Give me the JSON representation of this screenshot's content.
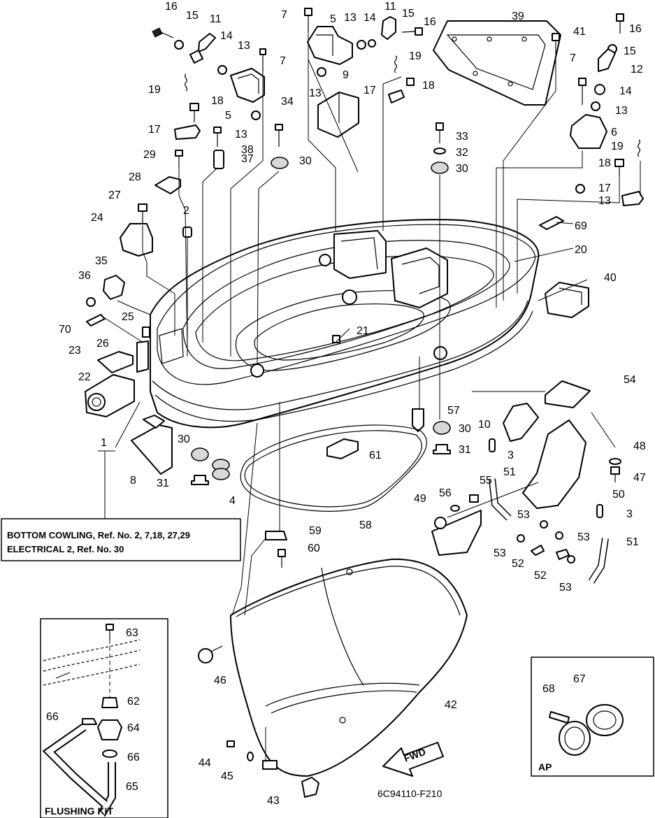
{
  "note_box": {
    "line1": "BOTTOM COWLING, Ref. No. 2, 7,18, 27,29",
    "line2": "ELECTRICAL 2, Ref. No. 30"
  },
  "flushing_kit": {
    "label": "FLUSHING KIT"
  },
  "ap_box": {
    "label": "AP"
  },
  "fwd_arrow": {
    "label": "FWD"
  },
  "drawing_code": "6C94110-F210",
  "callouts": [
    {
      "id": "c16a",
      "text": "16"
    },
    {
      "id": "c15a",
      "text": "15"
    },
    {
      "id": "c11a",
      "text": "11"
    },
    {
      "id": "c14a",
      "text": "14"
    },
    {
      "id": "c13a",
      "text": "13"
    },
    {
      "id": "c7a",
      "text": "7"
    },
    {
      "id": "c19a",
      "text": "19"
    },
    {
      "id": "c18a",
      "text": "18"
    },
    {
      "id": "c5a",
      "text": "5"
    },
    {
      "id": "c13b",
      "text": "13"
    },
    {
      "id": "c17a",
      "text": "17"
    },
    {
      "id": "c38",
      "text": "38"
    },
    {
      "id": "c34",
      "text": "34"
    },
    {
      "id": "c30a",
      "text": "30"
    },
    {
      "id": "c29",
      "text": "29"
    },
    {
      "id": "c37",
      "text": "37"
    },
    {
      "id": "c28",
      "text": "28"
    },
    {
      "id": "c27",
      "text": "27"
    },
    {
      "id": "c2",
      "text": "2"
    },
    {
      "id": "c24",
      "text": "24"
    },
    {
      "id": "c7b",
      "text": "7"
    },
    {
      "id": "c5b",
      "text": "5"
    },
    {
      "id": "c13c",
      "text": "13"
    },
    {
      "id": "c14b",
      "text": "14"
    },
    {
      "id": "c11b",
      "text": "11"
    },
    {
      "id": "c15b",
      "text": "15"
    },
    {
      "id": "c16b",
      "text": "16"
    },
    {
      "id": "c19b",
      "text": "19"
    },
    {
      "id": "c9",
      "text": "9"
    },
    {
      "id": "c13d",
      "text": "13"
    },
    {
      "id": "c17b",
      "text": "17"
    },
    {
      "id": "c18b",
      "text": "18"
    },
    {
      "id": "c39",
      "text": "39"
    },
    {
      "id": "c41",
      "text": "41"
    },
    {
      "id": "c16c",
      "text": "16"
    },
    {
      "id": "c15c",
      "text": "15"
    },
    {
      "id": "c12",
      "text": "12"
    },
    {
      "id": "c7c",
      "text": "7"
    },
    {
      "id": "c14c",
      "text": "14"
    },
    {
      "id": "c13e",
      "text": "13"
    },
    {
      "id": "c6",
      "text": "6"
    },
    {
      "id": "c19c",
      "text": "19"
    },
    {
      "id": "c18c",
      "text": "18"
    },
    {
      "id": "c17c",
      "text": "17"
    },
    {
      "id": "c13f",
      "text": "13"
    },
    {
      "id": "c33",
      "text": "33"
    },
    {
      "id": "c32",
      "text": "32"
    },
    {
      "id": "c30b",
      "text": "30"
    },
    {
      "id": "c69",
      "text": "69"
    },
    {
      "id": "c20",
      "text": "20"
    },
    {
      "id": "c40",
      "text": "40"
    },
    {
      "id": "c35",
      "text": "35"
    },
    {
      "id": "c36",
      "text": "36"
    },
    {
      "id": "c25",
      "text": "25"
    },
    {
      "id": "c70",
      "text": "70"
    },
    {
      "id": "c23",
      "text": "23"
    },
    {
      "id": "c26",
      "text": "26"
    },
    {
      "id": "c22",
      "text": "22"
    },
    {
      "id": "c21",
      "text": "21"
    },
    {
      "id": "c54",
      "text": "54"
    },
    {
      "id": "c57",
      "text": "57"
    },
    {
      "id": "c10",
      "text": "10"
    },
    {
      "id": "c30c",
      "text": "30"
    },
    {
      "id": "c31a",
      "text": "31"
    },
    {
      "id": "c3a",
      "text": "3"
    },
    {
      "id": "c48",
      "text": "48"
    },
    {
      "id": "c47",
      "text": "47"
    },
    {
      "id": "c1",
      "text": "1"
    },
    {
      "id": "c30d",
      "text": "30"
    },
    {
      "id": "c8",
      "text": "8"
    },
    {
      "id": "c31b",
      "text": "31"
    },
    {
      "id": "c4",
      "text": "4"
    },
    {
      "id": "c61",
      "text": "61"
    },
    {
      "id": "c51a",
      "text": "51"
    },
    {
      "id": "c55",
      "text": "55"
    },
    {
      "id": "c50",
      "text": "50"
    },
    {
      "id": "c56",
      "text": "56"
    },
    {
      "id": "c49",
      "text": "49"
    },
    {
      "id": "c3b",
      "text": "3"
    },
    {
      "id": "c53a",
      "text": "53"
    },
    {
      "id": "c53b",
      "text": "53"
    },
    {
      "id": "c53c",
      "text": "53"
    },
    {
      "id": "c51b",
      "text": "51"
    },
    {
      "id": "c52a",
      "text": "52"
    },
    {
      "id": "c52b",
      "text": "52"
    },
    {
      "id": "c53d",
      "text": "53"
    },
    {
      "id": "c58",
      "text": "58"
    },
    {
      "id": "c59",
      "text": "59"
    },
    {
      "id": "c60",
      "text": "60"
    },
    {
      "id": "c63",
      "text": "63"
    },
    {
      "id": "c46",
      "text": "46"
    },
    {
      "id": "c42",
      "text": "42"
    },
    {
      "id": "c62",
      "text": "62"
    },
    {
      "id": "c66a",
      "text": "66"
    },
    {
      "id": "c64",
      "text": "64"
    },
    {
      "id": "c66b",
      "text": "66"
    },
    {
      "id": "c65",
      "text": "65"
    },
    {
      "id": "c44",
      "text": "44"
    },
    {
      "id": "c45",
      "text": "45"
    },
    {
      "id": "c43",
      "text": "43"
    },
    {
      "id": "c68",
      "text": "68"
    },
    {
      "id": "c67",
      "text": "67"
    }
  ]
}
